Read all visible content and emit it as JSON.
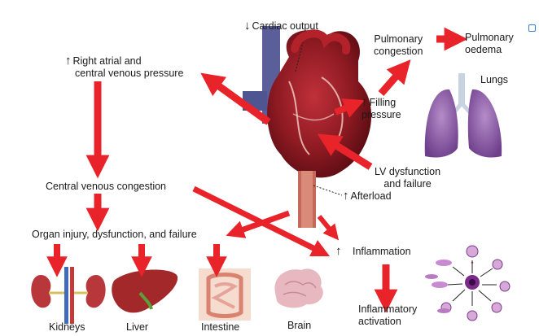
{
  "labels": {
    "cardiac_output": "Cardiac output",
    "right_atrial_1": "Right atrial and",
    "right_atrial_2": "central venous pressure",
    "pulmonary_congestion_1": "Pulmonary",
    "pulmonary_congestion_2": "congestion",
    "pulmonary_oedema_1": "Pulmonary",
    "pulmonary_oedema_2": "oedema",
    "lungs": "Lungs",
    "filling_pressure_1": "Filling",
    "filling_pressure_2": "pressure",
    "lv_dysfunction_1": "LV dysfunction",
    "lv_dysfunction_2": "and failure",
    "central_venous_congestion": "Central venous congestion",
    "afterload": "Afterload",
    "organ_injury": "Organ injury, dysfunction, and failure",
    "inflammation": "Inflammation",
    "inflammatory_activation_1": "Inflammatory",
    "inflammatory_activation_2": "activation",
    "kidneys": "Kidneys",
    "liver": "Liver",
    "intestine": "Intestine",
    "brain": "Brain"
  },
  "symbols": {
    "up": "↑",
    "down": "↓"
  },
  "colors": {
    "arrow": "#e8232a",
    "heart_dark": "#6e1018",
    "heart_mid": "#9b1b24",
    "lung": "#8a5aa6",
    "kidney": "#b8373b",
    "liver": "#a3282a",
    "intestine": "#e6a39a",
    "brain": "#e8b8c0"
  },
  "icons": [
    "heart-illustration",
    "lungs-illustration",
    "kidneys-illustration",
    "liver-illustration",
    "intestine-illustration",
    "brain-illustration",
    "inflammatory-cells-illustration",
    "expand-icon"
  ]
}
